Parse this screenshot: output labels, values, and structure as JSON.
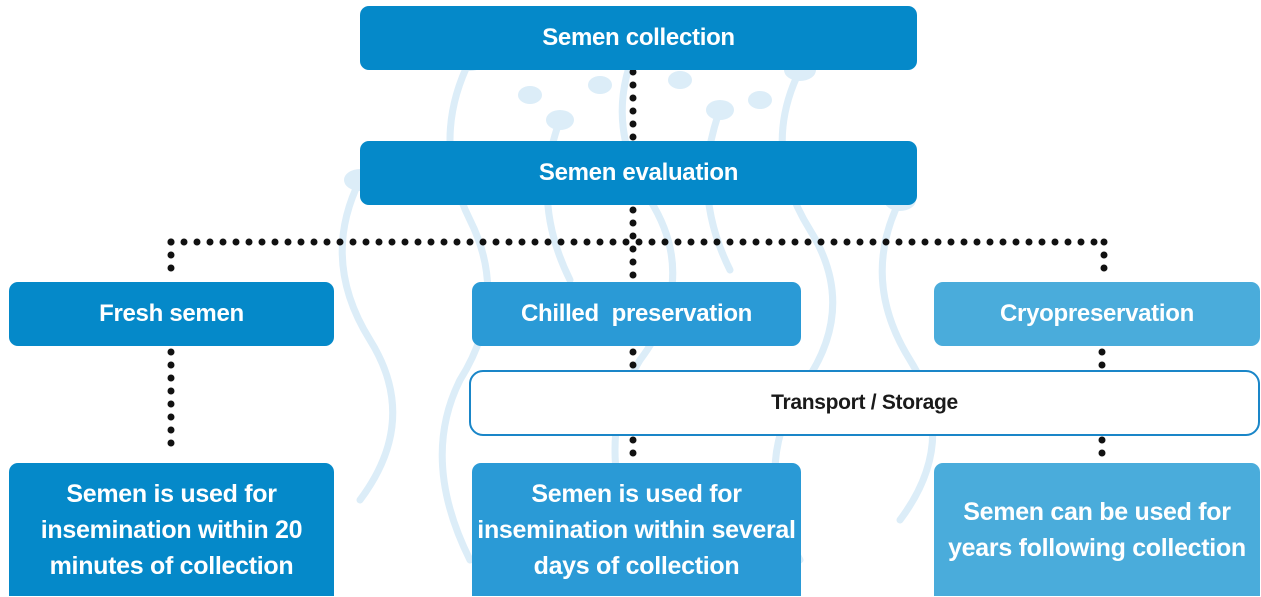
{
  "colors": {
    "dark_blue": "#0589c9",
    "mid_blue": "#2a9ad6",
    "light_blue": "#4aacdb",
    "watermark": "#dcedf8",
    "connector": "#111111"
  },
  "top": {
    "collection": "Semen collection",
    "evaluation": "Semen evaluation"
  },
  "branches": {
    "fresh": {
      "label": "Fresh semen",
      "outcome": "Semen is used for insemination within 20 minutes of collection"
    },
    "chilled": {
      "label": "Chilled  preservation",
      "outcome": "Semen is used for insemination within several days of collection"
    },
    "cryo": {
      "label": "Cryopreservation",
      "outcome": "Semen can be used for years following collection"
    }
  },
  "storage": {
    "label": "Transport / Storage"
  }
}
